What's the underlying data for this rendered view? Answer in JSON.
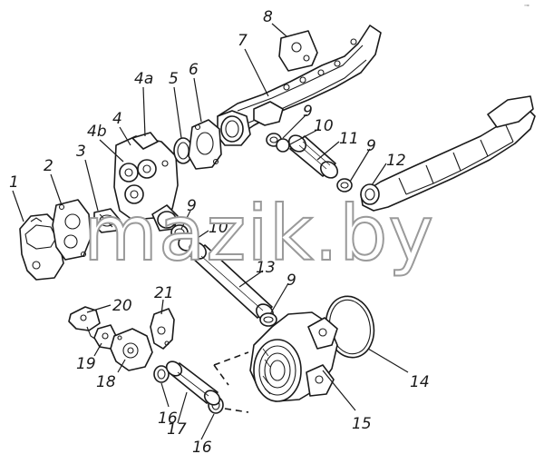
{
  "diagram": {
    "watermark": "mazik.by",
    "corner_mark": "⊸",
    "callouts": {
      "c1": "1",
      "c2": "2",
      "c3": "3",
      "c4": "4",
      "c4a": "4a",
      "c4b": "4b",
      "c5": "5",
      "c6": "6",
      "c7": "7",
      "c8": "8",
      "c9a": "9",
      "c9b": "9",
      "c9c": "9",
      "c9d": "9",
      "c10a": "10",
      "c10b": "10",
      "c11": "11",
      "c12": "12",
      "c13": "13",
      "c14": "14",
      "c15": "15",
      "c16a": "16",
      "c16b": "16",
      "c17": "17",
      "c18": "18",
      "c19": "19",
      "c20": "20",
      "c21": "21"
    }
  }
}
